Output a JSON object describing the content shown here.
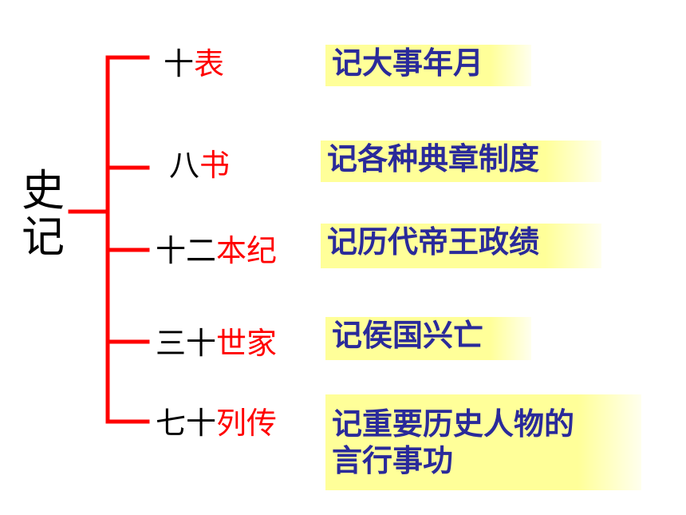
{
  "root": {
    "line1": "史",
    "line2": "记"
  },
  "colors": {
    "bracket": "#ff0000",
    "category": "#ff0000",
    "description": "#2a2a9a",
    "highlight": "#ffff99"
  },
  "items": [
    {
      "count": "十",
      "category": "表",
      "description": "记大事年月"
    },
    {
      "count": "八",
      "category": "书",
      "description": "记各种典章制度"
    },
    {
      "count": "十二",
      "category": "本纪",
      "description": "记历代帝王政绩"
    },
    {
      "count": "三十",
      "category": "世家",
      "description": "记侯国兴亡"
    },
    {
      "count": "七十",
      "category": "列传",
      "description": "记重要历史人物的言行事功"
    }
  ]
}
